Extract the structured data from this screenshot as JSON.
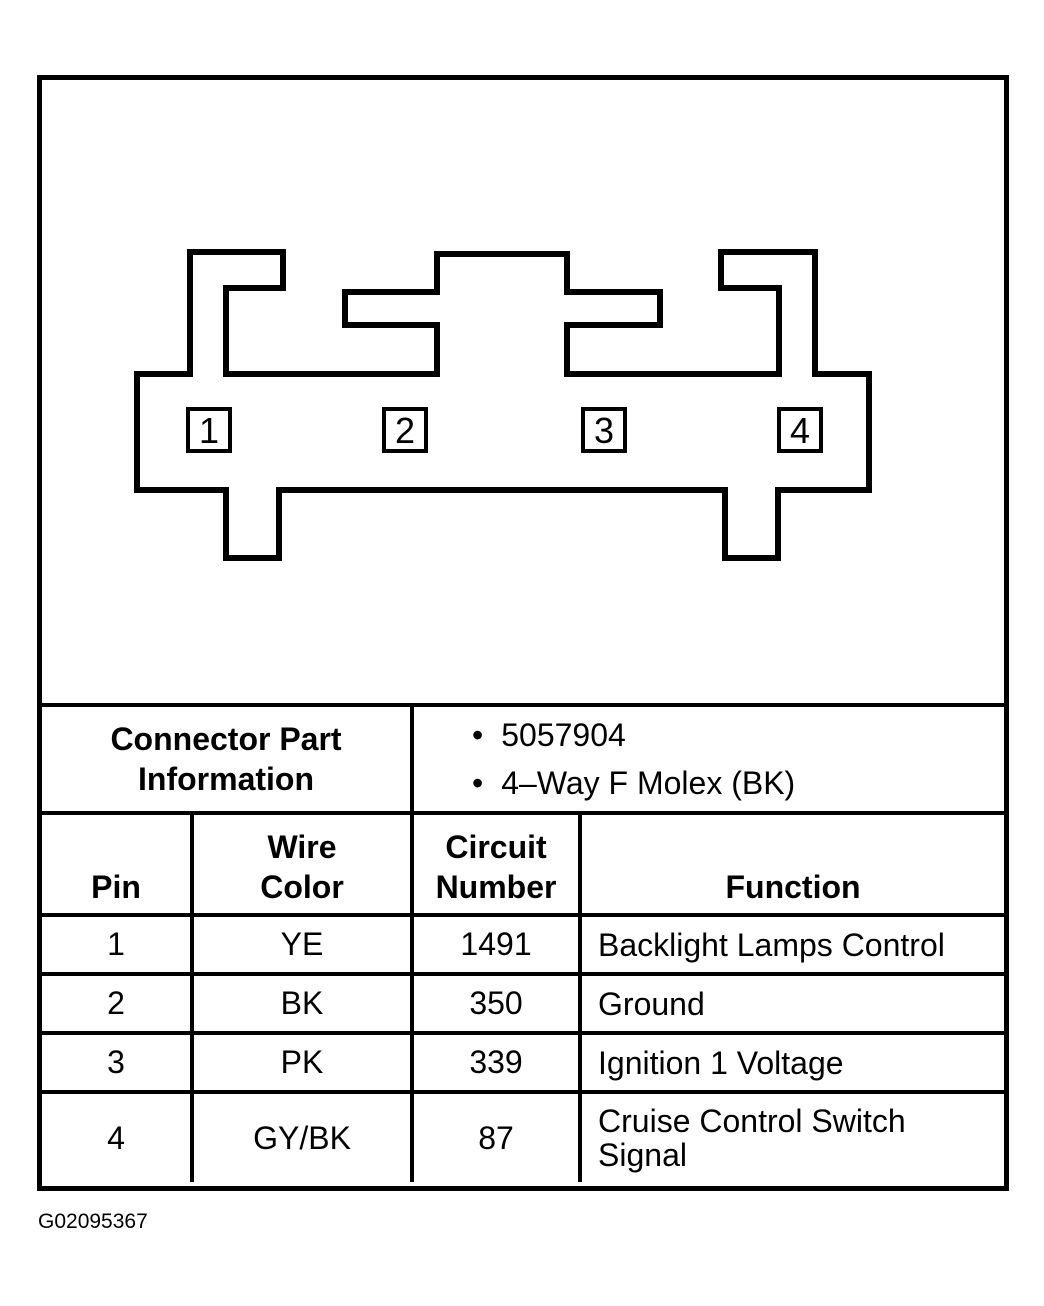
{
  "diagram": {
    "pins": [
      "1",
      "2",
      "3",
      "4"
    ]
  },
  "connector_info": {
    "label_line1": "Connector Part",
    "label_line2": "Information",
    "part_number": "5057904",
    "description": "4–Way F Molex (BK)"
  },
  "table": {
    "headers": {
      "pin": "Pin",
      "wire_color_line1": "Wire",
      "wire_color_line2": "Color",
      "circuit_line1": "Circuit",
      "circuit_line2": "Number",
      "function": "Function"
    },
    "rows": [
      {
        "pin": "1",
        "wire_color": "YE",
        "circuit": "1491",
        "function": "Backlight Lamps Control"
      },
      {
        "pin": "2",
        "wire_color": "BK",
        "circuit": "350",
        "function": "Ground"
      },
      {
        "pin": "3",
        "wire_color": "PK",
        "circuit": "339",
        "function": "Ignition 1 Voltage"
      },
      {
        "pin": "4",
        "wire_color": "GY/BK",
        "circuit": "87",
        "function_line1": "Cruise Control Switch",
        "function_line2": "Signal"
      }
    ]
  },
  "figure_id": "G02095367"
}
